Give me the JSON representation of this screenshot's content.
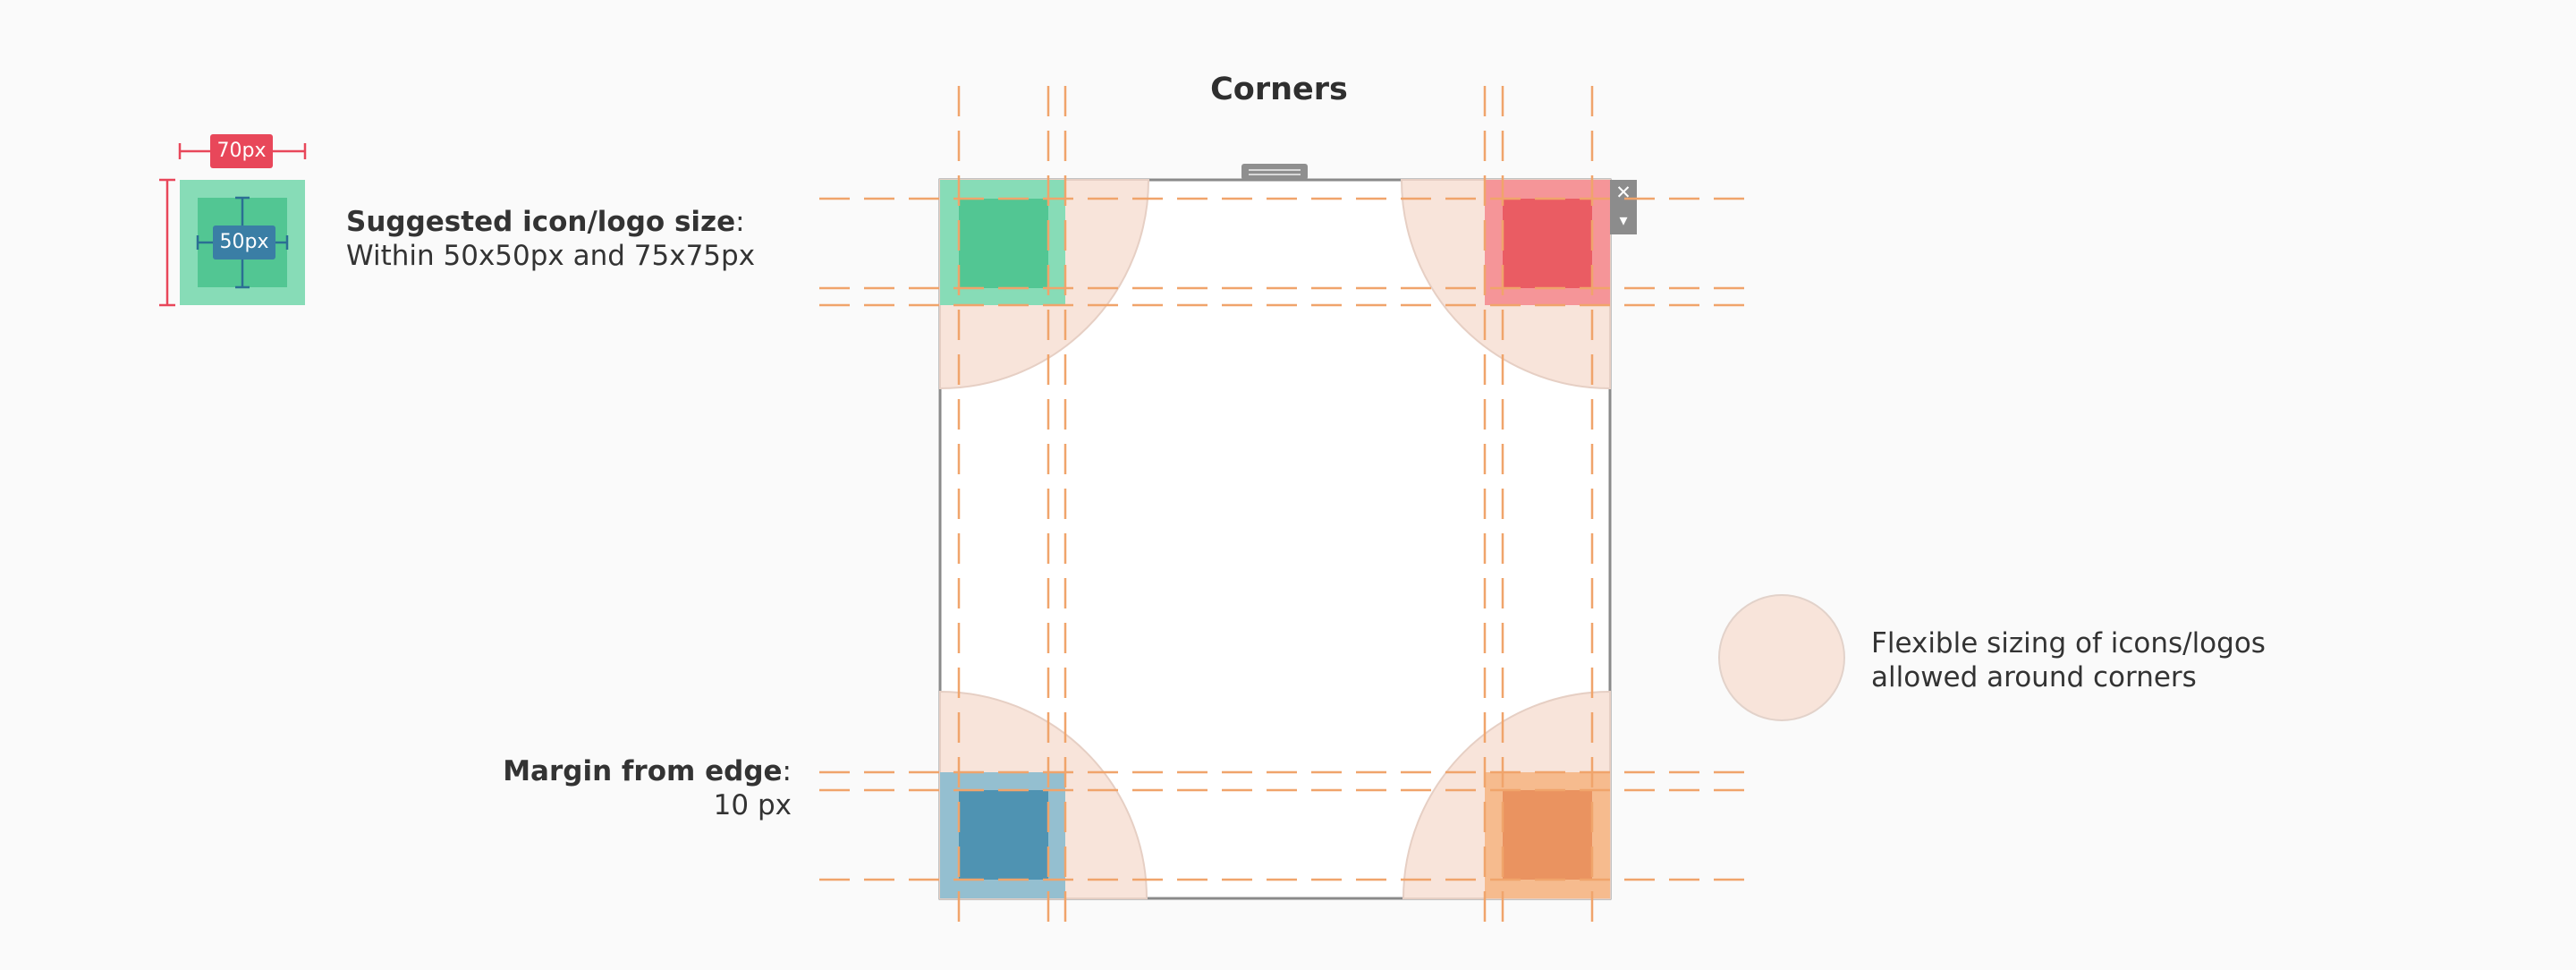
{
  "diagram": {
    "title": "Corners",
    "size_badge_outer": "70px",
    "size_badge_inner": "50px",
    "suggested": {
      "heading": "Suggested icon/logo size",
      "colon": ":",
      "detail": "Within 50x50px and 75x75px"
    },
    "margin": {
      "heading": "Margin from edge",
      "colon": ":",
      "detail": "10 px"
    },
    "flexible": {
      "line1": "Flexible sizing of icons/logos",
      "line2": "allowed around corners"
    },
    "window_controls": {
      "close_glyph": "✕",
      "menu_glyph": "▾"
    },
    "colors": {
      "guide": "#f0a46b",
      "zone": "#f8e4da",
      "teal_outer": "#87dcb7",
      "teal_inner": "#52c693",
      "red_outer": "#f59598",
      "red_inner": "#ea5c63",
      "blue_outer": "#94bfd0",
      "blue_inner": "#4f93b2",
      "orange_outer": "#f6bb8e",
      "orange_inner": "#ea9360",
      "badge_red": "#e8475a",
      "badge_blue": "#3a7ea5"
    }
  }
}
